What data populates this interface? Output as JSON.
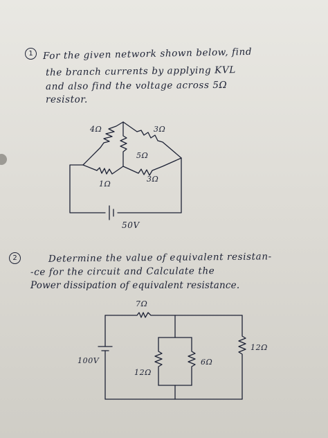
{
  "q1": {
    "number": "1",
    "lines": [
      "For the given network shown below, find",
      "the branch currents by applying KVL",
      "and also find the voltage across 5Ω",
      "resistor."
    ],
    "circuit": {
      "resistors": [
        "4Ω",
        "3Ω",
        "5Ω",
        "1Ω",
        "3Ω"
      ],
      "source": "50V"
    }
  },
  "q2": {
    "number": "2",
    "lines": [
      "Determine the value of equivalent resistan-",
      "-ce for the circuit and Calculate the",
      "Power dissipation of equivalent resistance."
    ],
    "circuit": {
      "resistors": [
        "7Ω",
        "12Ω",
        "12Ω",
        "6Ω"
      ],
      "source": "100V"
    }
  }
}
